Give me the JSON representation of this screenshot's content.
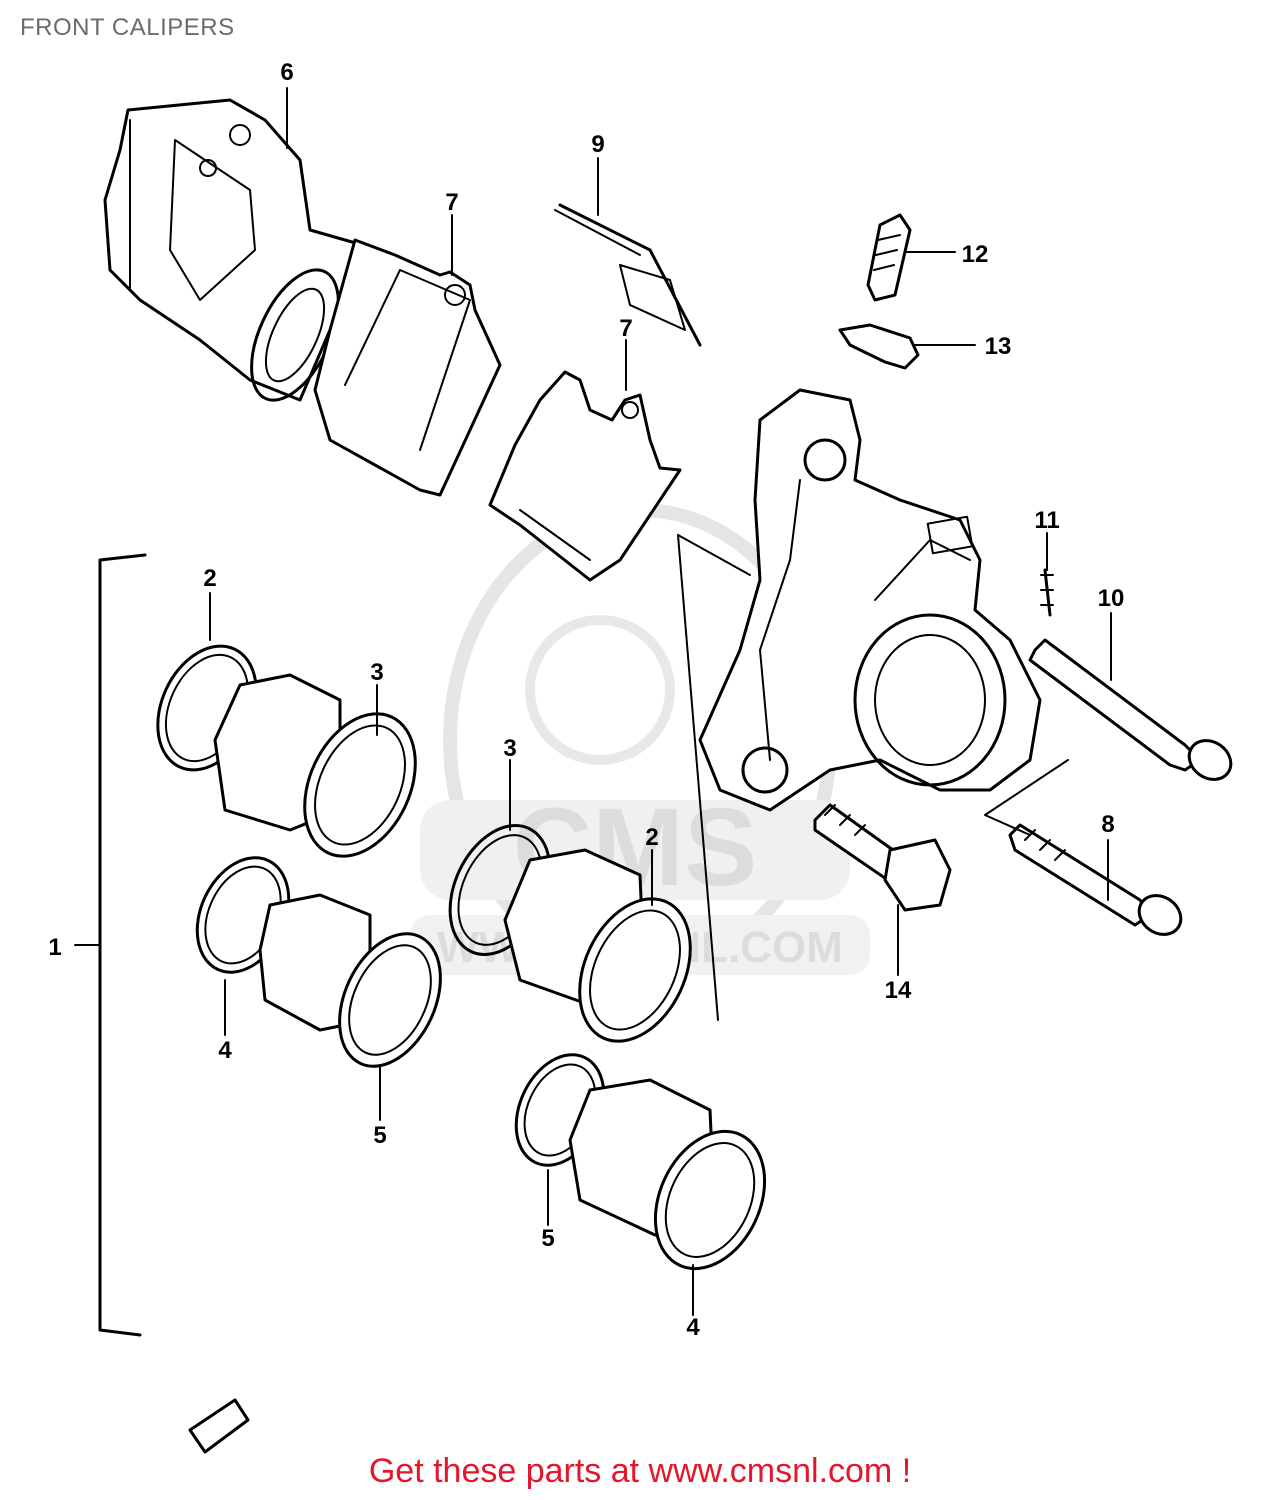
{
  "title": "FRONT CALIPERS",
  "watermark": {
    "logo_text": "CMS",
    "url_text": "WWW.CMSNL.COM"
  },
  "callouts": [
    {
      "id": "6",
      "text": "6"
    },
    {
      "id": "7a",
      "text": "7"
    },
    {
      "id": "9",
      "text": "9"
    },
    {
      "id": "12",
      "text": "12"
    },
    {
      "id": "13",
      "text": "13"
    },
    {
      "id": "7b",
      "text": "7"
    },
    {
      "id": "11",
      "text": "11"
    },
    {
      "id": "10",
      "text": "10"
    },
    {
      "id": "2a",
      "text": "2"
    },
    {
      "id": "3a",
      "text": "3"
    },
    {
      "id": "1",
      "text": "1"
    },
    {
      "id": "3b",
      "text": "3"
    },
    {
      "id": "2b",
      "text": "2"
    },
    {
      "id": "8",
      "text": "8"
    },
    {
      "id": "14",
      "text": "14"
    },
    {
      "id": "4a",
      "text": "4"
    },
    {
      "id": "5a",
      "text": "5"
    },
    {
      "id": "5b",
      "text": "5"
    },
    {
      "id": "4b",
      "text": "4"
    }
  ],
  "footer": "Get these parts at www.cmsnl.com !",
  "colors": {
    "line": "#000000",
    "title": "#6b6b6b",
    "footer": "#e4162b",
    "watermark": "#d9d9d9"
  }
}
